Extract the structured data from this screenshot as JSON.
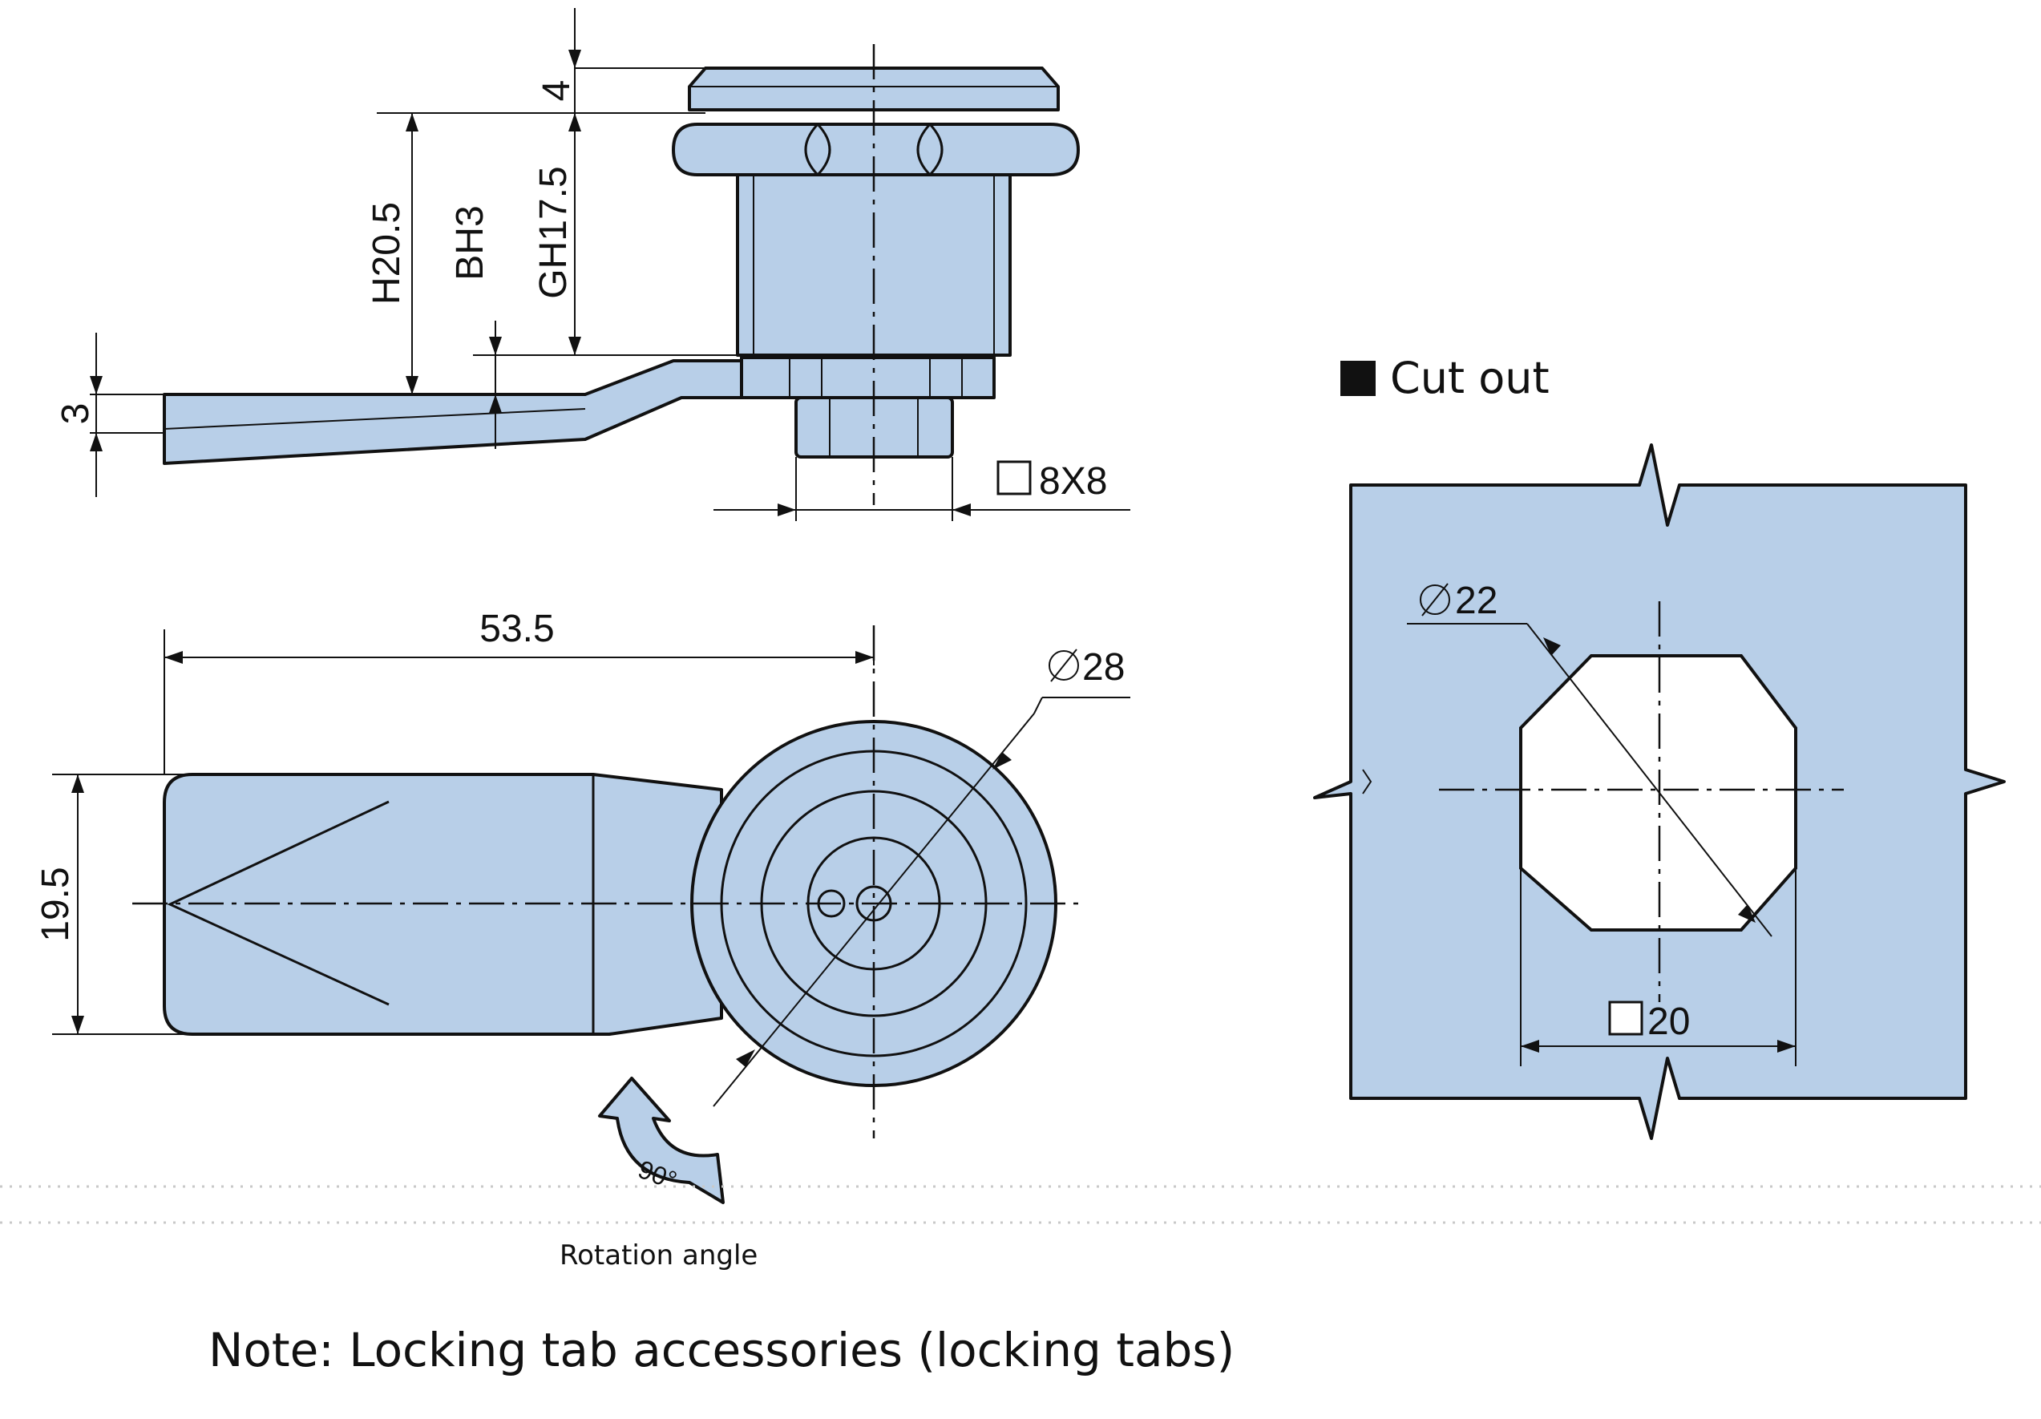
{
  "dimensions": {
    "top_thickness": "4",
    "height_total": "H20.5",
    "bh": "BH3",
    "gh": "GH17.5",
    "tab_thickness": "3",
    "square_end": "8X8",
    "tab_length": "53.5",
    "tab_width": "19.5",
    "head_diameter": "28",
    "rotation": "90°",
    "cutout_diameter": "22",
    "cutout_flat": "20"
  },
  "labels": {
    "cutout_heading": "Cut out",
    "rotation_caption": "Rotation angle",
    "note": "Note: Locking tab accessories (locking tabs)"
  }
}
